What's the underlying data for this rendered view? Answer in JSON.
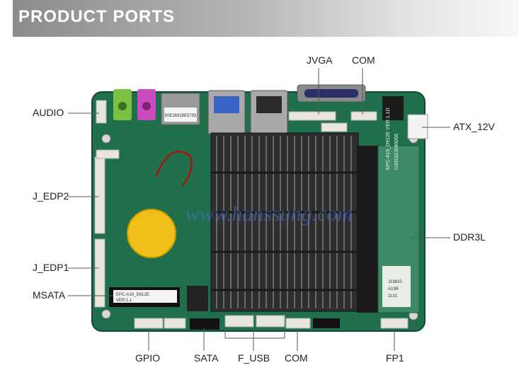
{
  "header": {
    "title": "PRODUCT PORTS"
  },
  "board": {
    "watermark": "www.hanssung.com",
    "sticker_text": "50E26928E5793",
    "silkscreen_1": "EPC-A19_D912E",
    "silkscreen_2": "VER:1.1",
    "ram_label_1": "EPC-A19_D912E VER:1.1D",
    "ram_label_2": "UJ0532J080056",
    "ram_label_3": "J19810",
    "ram_label_4": "A19R",
    "ram_label_5": "2L01"
  },
  "ports": {
    "audio": "AUDIO",
    "j_edp2": "J_EDP2",
    "j_edp1": "J_EDP1",
    "msata": "MSATA",
    "jvga": "JVGA",
    "com_top": "COM",
    "atx": "ATX_12V",
    "ddr3l": "DDR3L",
    "gpio": "GPIO",
    "sata": "SATA",
    "f_usb": "F_USB",
    "com_bottom": "COM",
    "fp1": "FP1"
  },
  "colors": {
    "pcb": "#1f6e4c",
    "heatsink": "#2e2e2e",
    "connector": "#e9e6dc",
    "usb_blue": "#3a63c6",
    "battery": "#f2bf1a"
  }
}
